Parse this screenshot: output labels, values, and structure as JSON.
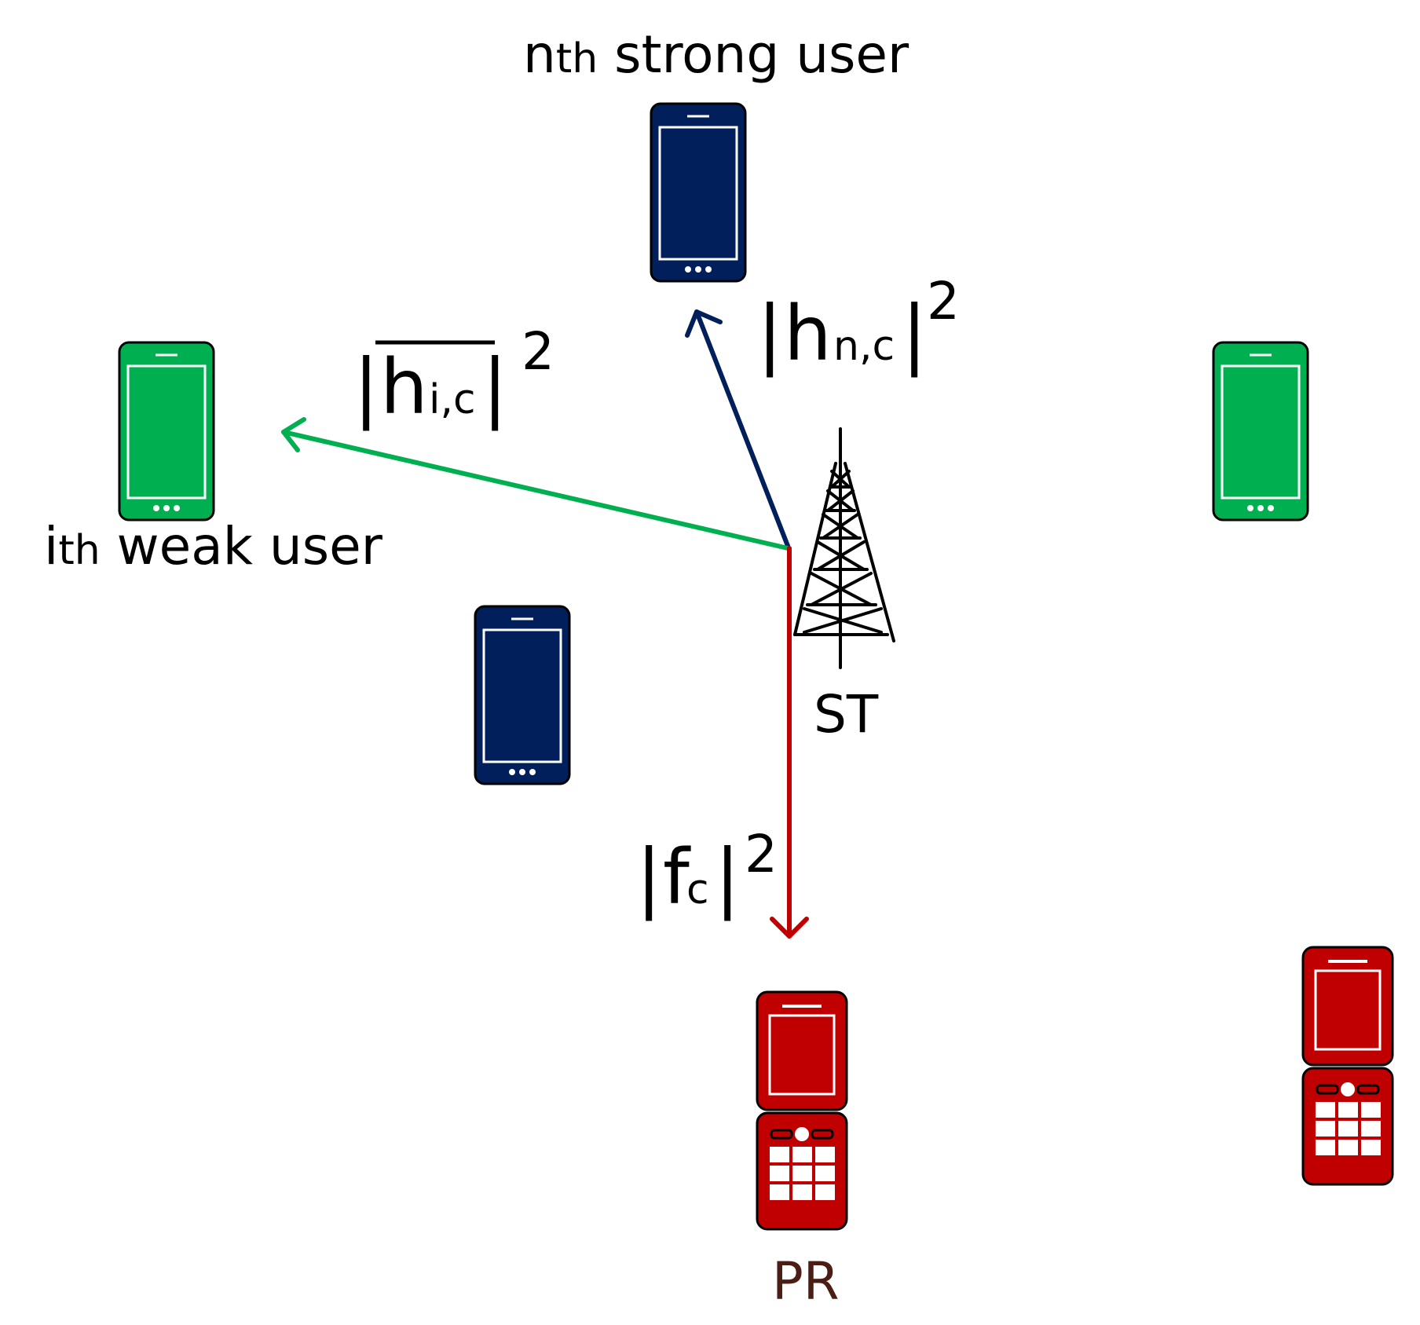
{
  "labels": {
    "strong_user": {
      "base": "n",
      "sub": "th",
      "rest": " strong user"
    },
    "weak_user": {
      "base": "i",
      "sub": "th",
      "rest": " weak user"
    },
    "station": "ST",
    "primary": "PR"
  },
  "channels": {
    "strong": {
      "bar_l": "|",
      "base": "h",
      "sub": "n,c",
      "bar_r": "|",
      "exp": "2"
    },
    "weak": {
      "bar_l": "|",
      "base": "h",
      "sub": "i,c",
      "bar_r": "|",
      "exp": "2"
    },
    "primary": {
      "bar_l": "|",
      "base": "f",
      "sub": "c",
      "bar_r": "|",
      "exp": "2"
    }
  },
  "colors": {
    "strong": "#001f5b",
    "weak": "#00b050",
    "primary": "#c00000",
    "primary_label": "#4a1e14",
    "text": "#000000"
  },
  "icons": {
    "strong_phone": "smartphone-icon",
    "weak_phone": "smartphone-icon",
    "primary_phone": "flip-phone-icon",
    "station": "transmission-tower-icon"
  }
}
